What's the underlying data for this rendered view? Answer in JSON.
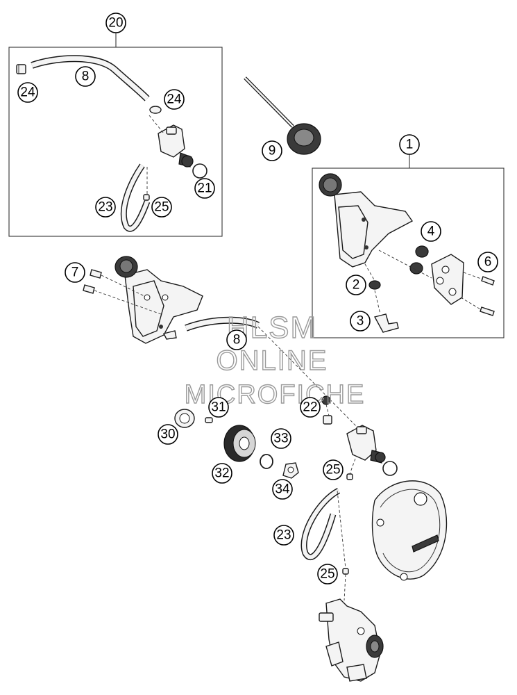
{
  "diagram": {
    "callouts": {
      "c1": "1",
      "c2": "2",
      "c3": "3",
      "c4": "4",
      "c6": "6",
      "c7": "7",
      "c8a": "8",
      "c8b": "8",
      "c9": "9",
      "c20": "20",
      "c21": "21",
      "c22": "22",
      "c23a": "23",
      "c23b": "23",
      "c24a": "24",
      "c24b": "24",
      "c25a": "25",
      "c25b": "25",
      "c25c": "25",
      "c30": "30",
      "c31": "31",
      "c32": "32",
      "c33": "33",
      "c34": "34"
    },
    "watermark": {
      "line1": "HLSM",
      "line2": "ONLINE",
      "line3": "MICROFICHE"
    }
  }
}
